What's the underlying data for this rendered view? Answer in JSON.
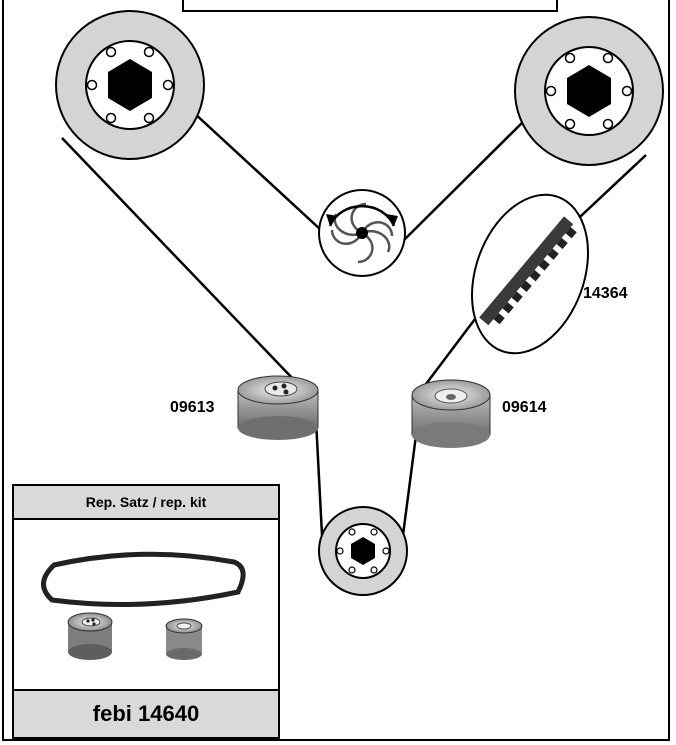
{
  "parts": {
    "belt_number": "14364",
    "tensioner_number": "09613",
    "idler_number": "09614"
  },
  "kit": {
    "header": "Rep. Satz / rep. kit",
    "footer": "febi 14640"
  },
  "colors": {
    "pulley_fill": "#d4d4d4",
    "hub_fill": "#000000",
    "belt_stroke": "#000000",
    "panel_fill": "#d9d9d9"
  },
  "icons": {
    "camshaft_pulley": "pulley-icon",
    "water_pump": "water-pump-icon",
    "crankshaft_pulley": "pulley-icon",
    "belt_teeth": "toothed-belt-icon",
    "tensioner": "tensioner-roller-icon",
    "idler": "idler-roller-icon"
  }
}
